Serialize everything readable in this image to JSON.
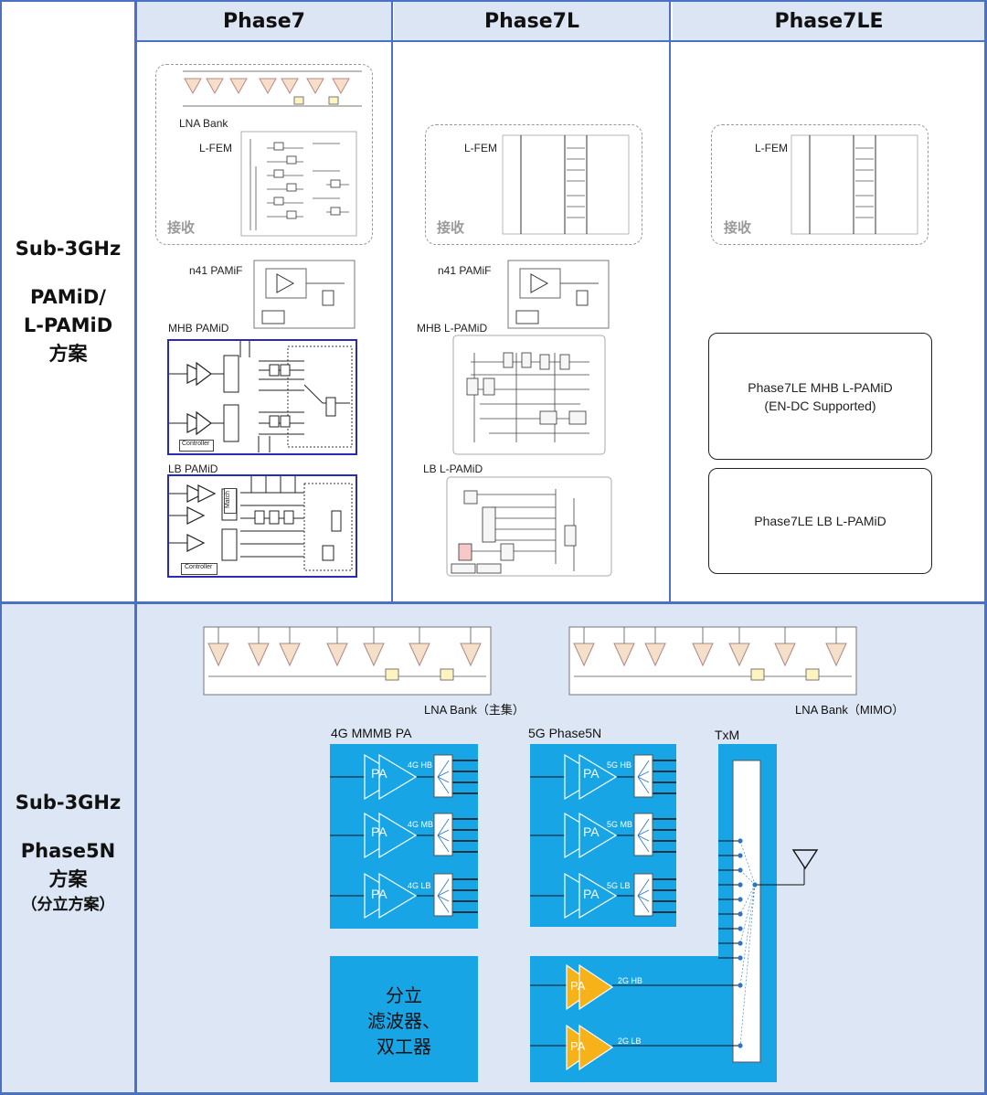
{
  "headers": [
    "Phase7",
    "Phase7L",
    "Phase7LE"
  ],
  "row_labels": {
    "top": {
      "line1": "Sub-3GHz",
      "line2": "PAMiD/",
      "line3": "L-PAMiD",
      "line4": "方案"
    },
    "bottom": {
      "line1": "Sub-3GHz",
      "line2": "Phase5N",
      "line3": "方案",
      "line4": "（分立方案）"
    }
  },
  "phase7": {
    "lna_bank": "LNA Bank",
    "lfem": "L-FEM",
    "rx": "接收",
    "n41": "n41 PAMiF",
    "mhb": "MHB PAMiD",
    "lb": "LB PAMiD",
    "controller": "Controller",
    "match": "Match"
  },
  "phase7l": {
    "lfem": "L-FEM",
    "rx": "接收",
    "n41": "n41 PAMiF",
    "mhb": "MHB L-PAMiD",
    "lb": "LB L-PAMiD"
  },
  "phase7le": {
    "lfem": "L-FEM",
    "rx": "接收",
    "mhb_line1": "Phase7LE MHB L-PAMiD",
    "mhb_line2": "(EN-DC Supported)",
    "lb": "Phase7LE LB L-PAMiD"
  },
  "bottom": {
    "lna_main": "LNA Bank（主集）",
    "lna_mimo": "LNA Bank（MIMO）",
    "pa4g_title": "4G MMMB PA",
    "pa5g_title": "5G Phase5N",
    "txm_title": "TxM",
    "pa": "PA",
    "bands4g": [
      "4G HB",
      "4G MB",
      "4G LB"
    ],
    "bands5g": [
      "5G HB",
      "5G MB",
      "5G LB"
    ],
    "bands2g": [
      "2G HB",
      "2G LB"
    ],
    "filter_line1": "分立",
    "filter_line2": "滤波器、",
    "filter_line3": "双工器"
  },
  "colors": {
    "header_bg": "#dbe5f3",
    "grid": "#4a72c4",
    "bottom_bg": "#dce6f4",
    "blue_block": "#18a5e6",
    "pa_2g": "#f7b21a"
  }
}
